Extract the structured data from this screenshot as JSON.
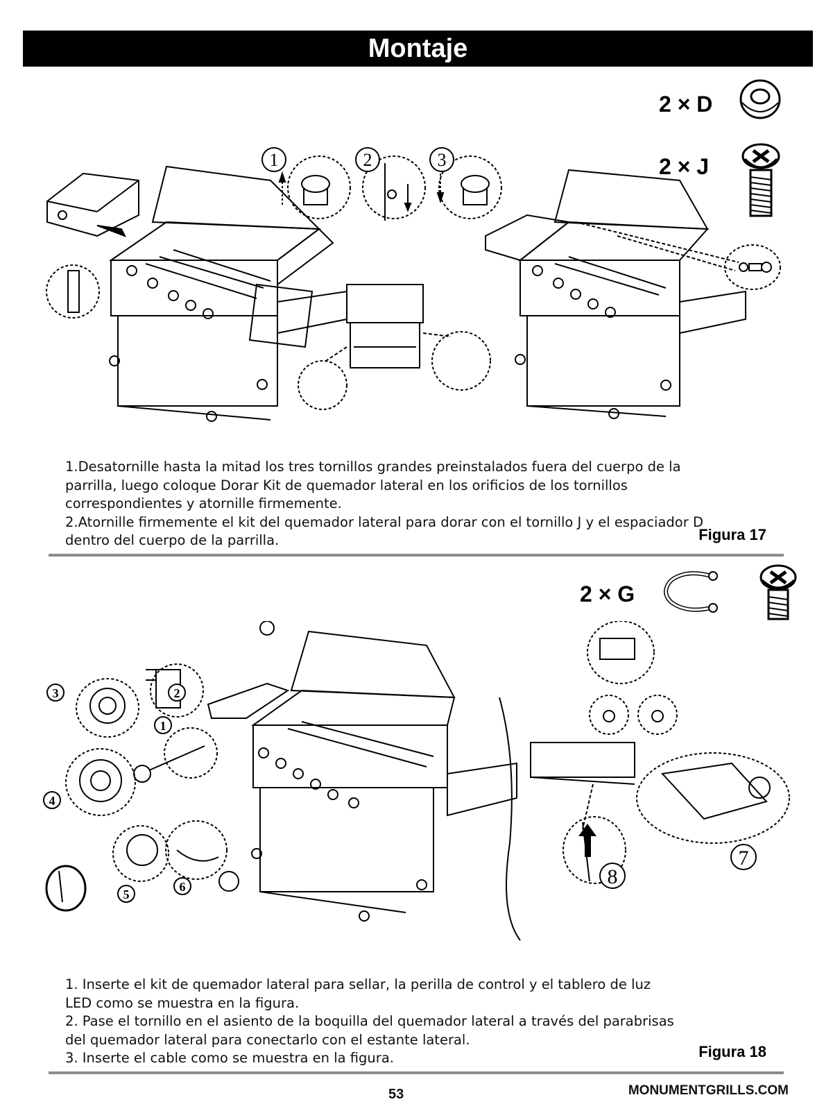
{
  "header": {
    "title": "Montaje"
  },
  "figure17": {
    "parts": [
      {
        "qty": "2 × D",
        "icon": "washer-icon"
      },
      {
        "qty": "2 × J",
        "icon": "screw-icon"
      }
    ],
    "steps": [
      "1",
      "2",
      "3"
    ],
    "instructions": [
      "1.Desatornille hasta la mitad los tres tornillos grandes preinstalados fuera del cuerpo de la parrilla, luego coloque Dorar Kit de quemador lateral en los orificios de los tornillos correspondientes y atornille firmemente.",
      "2.Atornille firmemente el kit del quemador lateral para dorar con el tornillo J y el espaciador D dentro del cuerpo de la parrilla."
    ],
    "label": "Figura 17"
  },
  "figure18": {
    "parts": [
      {
        "qty": "2 × G",
        "icon": "wire-clip-icon"
      }
    ],
    "steps": [
      "1",
      "2",
      "3",
      "4",
      "5",
      "6",
      "7",
      "8"
    ],
    "instructions": [
      "1. Inserte el kit de quemador lateral para sellar, la perilla de control y el tablero de luz LED como se muestra en la figura.",
      "2. Pase el tornillo en el asiento de la boquilla del quemador lateral a través del parabrisas del quemador lateral para conectarlo con el estante lateral.",
      "3. Inserte el cable como se muestra en la figura."
    ],
    "label": "Figura 18"
  },
  "footer": {
    "page_number": "53",
    "website": "MONUMENTGRILLS.COM"
  }
}
